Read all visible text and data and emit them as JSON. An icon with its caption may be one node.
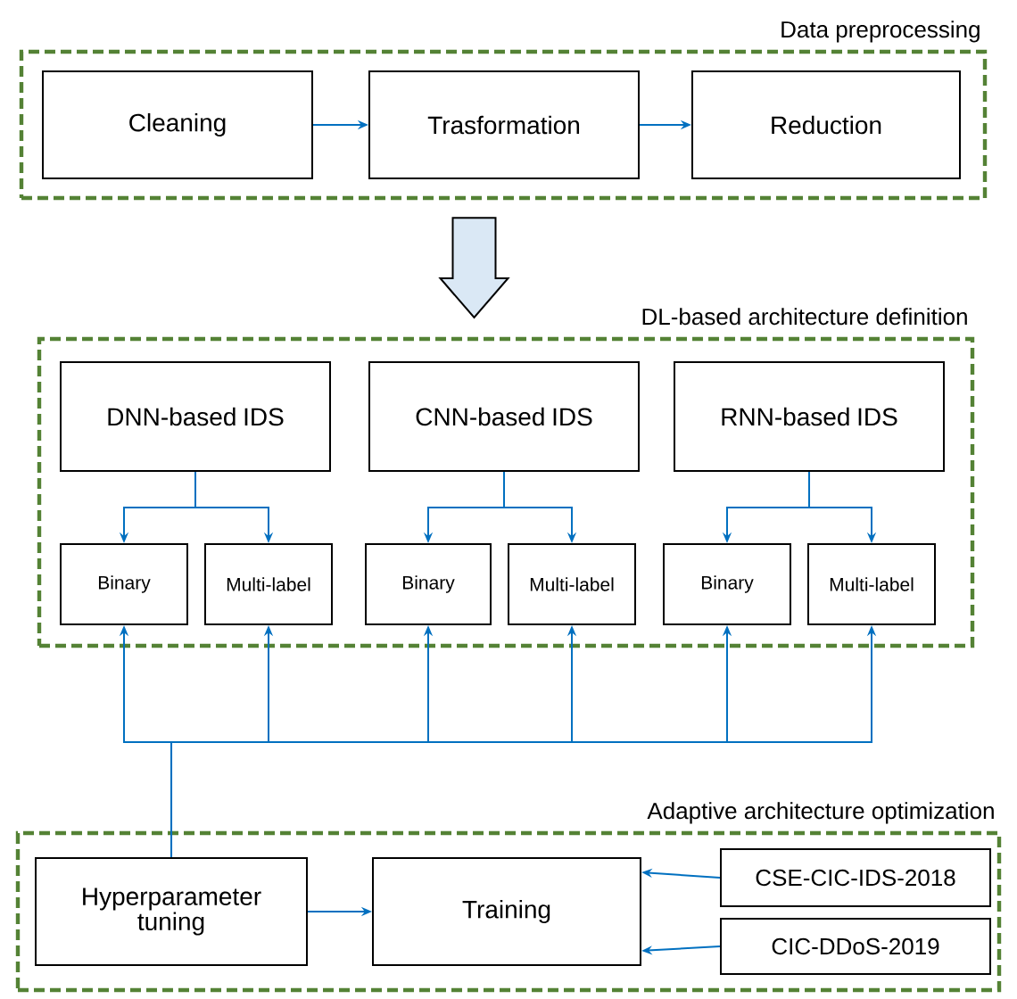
{
  "diagram": {
    "nodes": [
      {
        "text": [
          "Data preprocessing"
        ]
      },
      {
        "text": [
          "Cleaning"
        ],
        "in": 0
      },
      {
        "text": [
          "Trasformation"
        ],
        "in": 0
      },
      {
        "text": [
          "Reduction"
        ],
        "in": 0
      },
      {
        "text": [
          "DL-based architecture definition"
        ]
      },
      {
        "text": [
          "DNN-based IDS"
        ],
        "in": 4
      },
      {
        "text": [
          "Binary"
        ],
        "in": 4
      },
      {
        "text": [
          "Multi-label"
        ],
        "in": 4
      },
      {
        "text": [
          "CNN-based IDS"
        ],
        "in": 4
      },
      {
        "text": [
          "Binary"
        ],
        "in": 4
      },
      {
        "text": [
          "Multi-label"
        ],
        "in": 4
      },
      {
        "text": [
          "RNN-based IDS"
        ],
        "in": 4
      },
      {
        "text": [
          "Binary"
        ],
        "in": 4
      },
      {
        "text": [
          "Multi-label"
        ],
        "in": 4
      },
      {
        "text": [
          "Adaptive architecture optimization"
        ]
      },
      {
        "text": [
          "Hyperparameter tuning"
        ],
        "in": 14
      },
      {
        "text": [
          "Training"
        ],
        "in": 14
      },
      {
        "text": [
          "CSE-CIC-IDS-2018"
        ],
        "in": 14
      },
      {
        "text": [
          "CIC-DDoS-2019"
        ],
        "in": 14
      }
    ],
    "edges": [
      {
        "from": 1,
        "to": 2,
        "arrow": "to"
      },
      {
        "from": 2,
        "to": 3,
        "arrow": "to"
      },
      {
        "from": 0,
        "to": 4,
        "arrow": "to",
        "style": "thick",
        "color": "#dae8f5"
      },
      {
        "from": 5,
        "to": 6,
        "arrow": "to"
      },
      {
        "from": 5,
        "to": 7,
        "arrow": "to"
      },
      {
        "from": 8,
        "to": 9,
        "arrow": "to"
      },
      {
        "from": 8,
        "to": 10,
        "arrow": "to"
      },
      {
        "from": 11,
        "to": 12,
        "arrow": "to"
      },
      {
        "from": 11,
        "to": 13,
        "arrow": "to"
      },
      {
        "from": 15,
        "to": 6,
        "arrow": "to"
      },
      {
        "from": 15,
        "to": 7,
        "arrow": "to"
      },
      {
        "from": 15,
        "to": 9,
        "arrow": "to"
      },
      {
        "from": 15,
        "to": 10,
        "arrow": "to"
      },
      {
        "from": 15,
        "to": 12,
        "arrow": "to"
      },
      {
        "from": 15,
        "to": 13,
        "arrow": "to"
      },
      {
        "from": 15,
        "to": 16,
        "arrow": "to"
      },
      {
        "from": 17,
        "to": 16,
        "arrow": "to"
      },
      {
        "from": 18,
        "to": 16,
        "arrow": "to"
      }
    ]
  }
}
